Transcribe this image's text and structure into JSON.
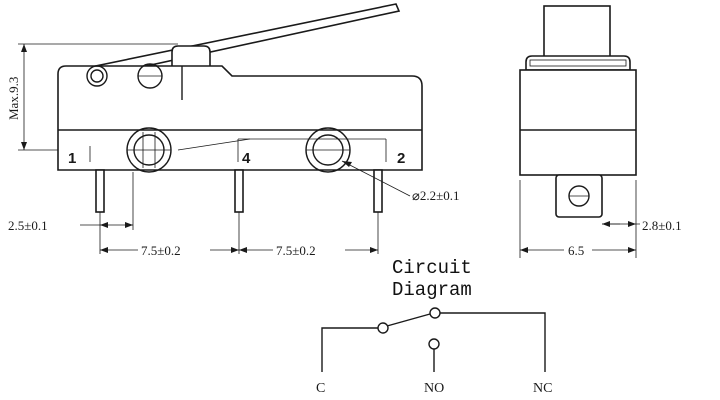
{
  "dimensions": {
    "max_height": "Max.9.3",
    "pin_offset": "2.5±0.1",
    "pitch_left": "7.5±0.2",
    "pitch_right": "7.5±0.2",
    "hole_diameter": "⌀2.2±0.1",
    "side_offset": "2.8±0.1",
    "width": "6.5"
  },
  "pins": {
    "pin1": "1",
    "pin4": "4",
    "pin2": "2"
  },
  "circuit": {
    "title_line1": "Circuit",
    "title_line2": "Diagram",
    "label_c": "C",
    "label_no": "NO",
    "label_nc": "NC"
  }
}
